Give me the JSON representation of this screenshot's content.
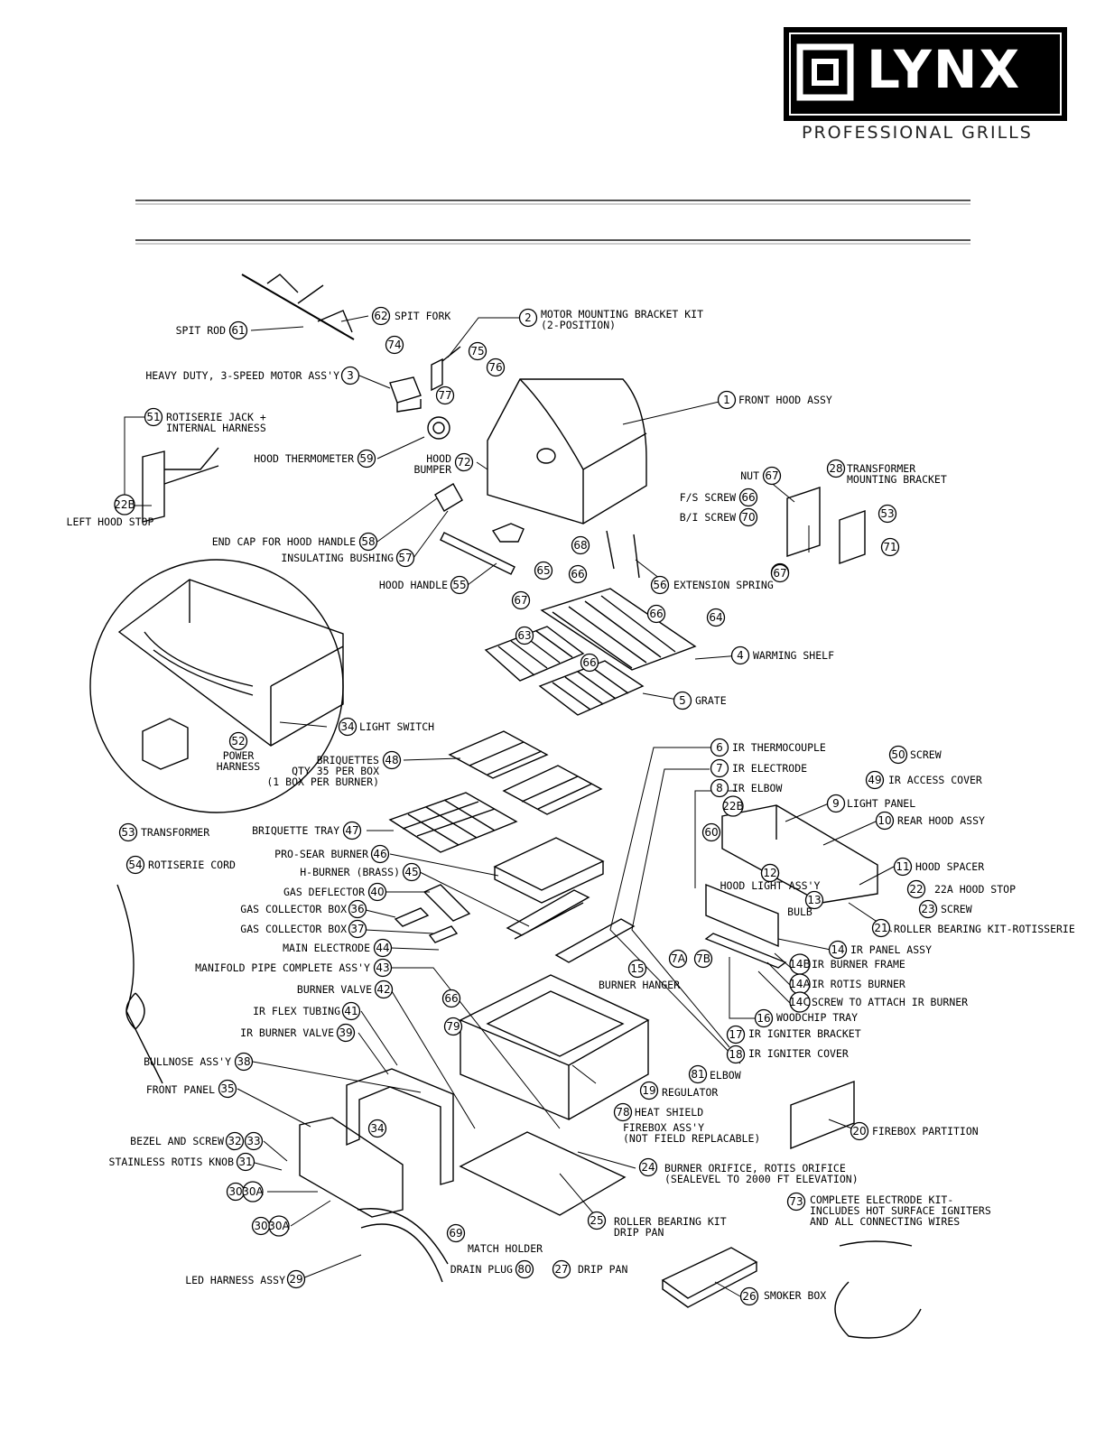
{
  "brand": {
    "name": "LYNX",
    "tagline": "PROFESSIONAL GRILLS"
  },
  "parts": [
    {
      "num": "1",
      "label": "FRONT HOOD ASSY"
    },
    {
      "num": "2",
      "label": "MOTOR MOUNTING BRACKET KIT",
      "label2": "(2-POSITION)"
    },
    {
      "num": "3",
      "label": "HEAVY DUTY, 3-SPEED MOTOR ASS'Y"
    },
    {
      "num": "4",
      "label": "WARMING SHELF"
    },
    {
      "num": "5",
      "label": "GRATE"
    },
    {
      "num": "6",
      "label": "IR THERMOCOUPLE"
    },
    {
      "num": "7",
      "label": "IR ELECTRODE"
    },
    {
      "num": "8",
      "label": "IR ELBOW"
    },
    {
      "num": "9",
      "label": "LIGHT PANEL"
    },
    {
      "num": "10",
      "label": "REAR HOOD ASSY"
    },
    {
      "num": "11",
      "label": "HOOD SPACER"
    },
    {
      "num": "12",
      "label": "HOOD LIGHT ASS'Y"
    },
    {
      "num": "13",
      "label": "BULB"
    },
    {
      "num": "14",
      "label": "IR PANEL ASSY"
    },
    {
      "num": "14B",
      "label": "IR BURNER FRAME"
    },
    {
      "num": "14A",
      "label": "IR ROTIS BURNER"
    },
    {
      "num": "14C",
      "label": "SCREW TO ATTACH IR BURNER"
    },
    {
      "num": "15",
      "label": "BURNER HANGER"
    },
    {
      "num": "16",
      "label": "WOODCHIP TRAY"
    },
    {
      "num": "17",
      "label": "IR IGNITER BRACKET"
    },
    {
      "num": "18",
      "label": "IR IGNITER COVER"
    },
    {
      "num": "19",
      "label": "REGULATOR"
    },
    {
      "num": "20",
      "label": "FIREBOX PARTITION"
    },
    {
      "num": "21",
      "label": "ROLLER BEARING KIT-ROTISSERIE"
    },
    {
      "num": "22",
      "label": "22A HOOD STOP"
    },
    {
      "num": "22B",
      "label": "LEFT HOOD STOP"
    },
    {
      "num": "23",
      "label": "SCREW"
    },
    {
      "num": "24",
      "label": "BURNER ORIFICE, ROTIS ORIFICE",
      "label2": "(SEALEVEL TO 2000 FT ELEVATION)"
    },
    {
      "num": "25",
      "label": "ROLLER BEARING KIT",
      "label2": "DRIP PAN"
    },
    {
      "num": "26",
      "label": "SMOKER BOX"
    },
    {
      "num": "27",
      "label": "DRIP PAN"
    },
    {
      "num": "29",
      "label": "LED HARNESS ASSY"
    },
    {
      "num": "28",
      "label": "TRANSFORMER",
      "label2": "MOUNTING BRACKET"
    },
    {
      "num": "31",
      "label": "STAINLESS ROTIS KNOB"
    },
    {
      "num": "32",
      "label": "BEZEL AND SCREW"
    },
    {
      "num": "34",
      "label": "LIGHT SWITCH"
    },
    {
      "num": "35",
      "label": "FRONT PANEL"
    },
    {
      "num": "36",
      "label": "GAS COLLECTOR BOX"
    },
    {
      "num": "37",
      "label": "GAS COLLECTOR BOX"
    },
    {
      "num": "38",
      "label": "BULLNOSE ASS'Y"
    },
    {
      "num": "39",
      "label": "IR BURNER VALVE"
    },
    {
      "num": "40",
      "label": "GAS DEFLECTOR"
    },
    {
      "num": "41",
      "label": "IR FLEX TUBING"
    },
    {
      "num": "42",
      "label": "BURNER VALVE"
    },
    {
      "num": "43",
      "label": "MANIFOLD PIPE COMPLETE ASS'Y"
    },
    {
      "num": "44",
      "label": "MAIN ELECTRODE"
    },
    {
      "num": "45",
      "label": "H-BURNER (BRASS)"
    },
    {
      "num": "46",
      "label": "PRO-SEAR BURNER"
    },
    {
      "num": "47",
      "label": "BRIQUETTE TRAY"
    },
    {
      "num": "48",
      "label": "BRIQUETTES",
      "label2": "QTY 35 PER BOX",
      "label3": "(1 BOX PER BURNER)"
    },
    {
      "num": "49",
      "label": "IR ACCESS COVER"
    },
    {
      "num": "50",
      "label": "SCREW"
    },
    {
      "num": "51",
      "label": "ROTISERIE JACK +",
      "label2": "INTERNAL HARNESS"
    },
    {
      "num": "52",
      "label": "POWER",
      "label2": "HARNESS"
    },
    {
      "num": "53",
      "label": "TRANSFORMER"
    },
    {
      "num": "54",
      "label": "ROTISERIE CORD"
    },
    {
      "num": "55",
      "label": "HOOD HANDLE"
    },
    {
      "num": "56",
      "label": "EXTENSION SPRING"
    },
    {
      "num": "57",
      "label": "INSULATING BUSHING"
    },
    {
      "num": "58",
      "label": "END CAP FOR HOOD HANDLE"
    },
    {
      "num": "59",
      "label": "HOOD THERMOMETER"
    },
    {
      "num": "61",
      "label": "SPIT ROD"
    },
    {
      "num": "62",
      "label": "SPIT FORK"
    },
    {
      "num": "66",
      "label": "F/S SCREW"
    },
    {
      "num": "67",
      "label": "NUT"
    },
    {
      "num": "69",
      "label": "MATCH HOLDER"
    },
    {
      "num": "70",
      "label": "B/I SCREW"
    },
    {
      "num": "72",
      "label": "HOOD",
      "label2": "BUMPER"
    },
    {
      "num": "73",
      "label": "COMPLETE ELECTRODE KIT-",
      "label2": "INCLUDES HOT SURFACE IGNITERS",
      "label3": "AND ALL CONNECTING WIRES"
    },
    {
      "num": "78",
      "label": "HEAT SHIELD"
    },
    {
      "num": "80",
      "label": "DRAIN PLUG"
    },
    {
      "num": "81",
      "label": "ELBOW"
    },
    {
      "num": "",
      "label": "FIREBOX ASS'Y",
      "label2": "(NOT FIELD REPLACABLE)"
    }
  ],
  "extra_numbers": [
    "7A",
    "7B",
    "12",
    "22B",
    "30",
    "30A",
    "30",
    "30A",
    "33",
    "34",
    "53",
    "60",
    "63",
    "64",
    "65",
    "66",
    "66",
    "66",
    "66",
    "67",
    "67",
    "68",
    "71",
    "74",
    "75",
    "76",
    "77",
    "79",
    "67"
  ]
}
